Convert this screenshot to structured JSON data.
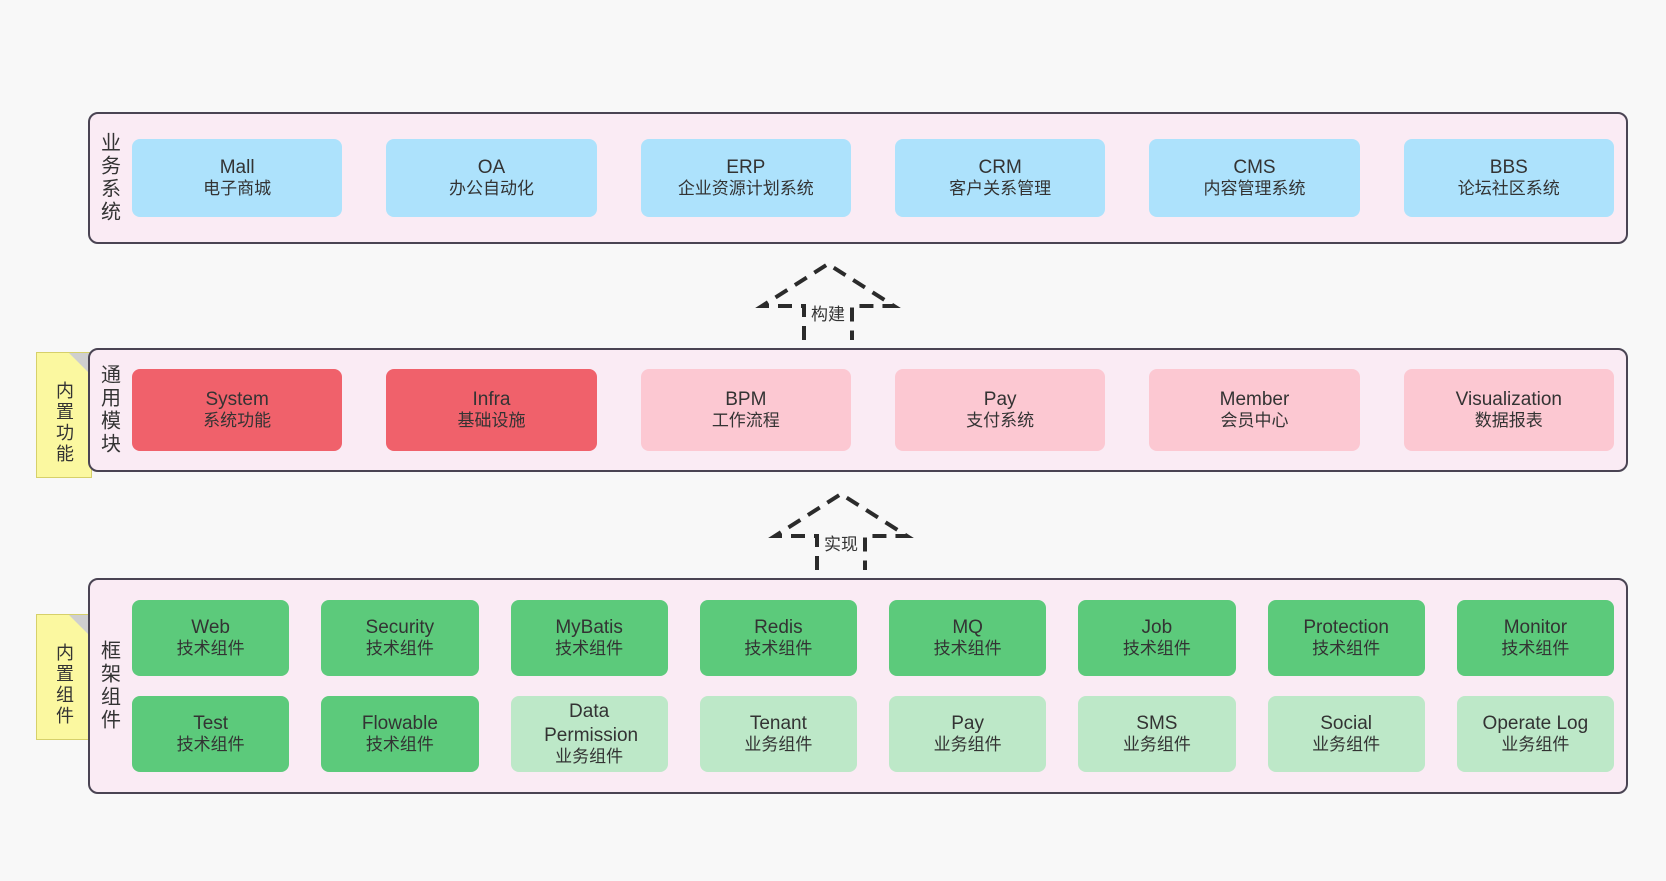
{
  "diagram": {
    "background_color": "#f8f8f8",
    "panel_bg": "#faebf4",
    "panel_border": "#4a4453"
  },
  "layers": [
    {
      "id": "business",
      "title": "业务系统",
      "note": null,
      "cell_color": "#ade2fc",
      "cells": [
        {
          "en": "Mall",
          "cn": "电子商城"
        },
        {
          "en": "OA",
          "cn": "办公自动化"
        },
        {
          "en": "ERP",
          "cn": "企业资源计划系统"
        },
        {
          "en": "CRM",
          "cn": "客户关系管理"
        },
        {
          "en": "CMS",
          "cn": "内容管理系统"
        },
        {
          "en": "BBS",
          "cn": "论坛社区系统"
        }
      ]
    },
    {
      "id": "common-modules",
      "title": "通用模块",
      "note": "内置功能",
      "cells": [
        {
          "en": "System",
          "cn": "系统功能",
          "color": "#f0616b"
        },
        {
          "en": "Infra",
          "cn": "基础设施",
          "color": "#f0616b"
        },
        {
          "en": "BPM",
          "cn": "工作流程",
          "color": "#fcc8d2"
        },
        {
          "en": "Pay",
          "cn": "支付系统",
          "color": "#fcc8d2"
        },
        {
          "en": "Member",
          "cn": "会员中心",
          "color": "#fcc8d2"
        },
        {
          "en": "Visualization",
          "cn": "数据报表",
          "color": "#fcc8d2"
        }
      ]
    },
    {
      "id": "framework-components",
      "title": "框架组件",
      "note": "内置组件",
      "cells": [
        {
          "en": "Web",
          "cn": "技术组件",
          "color": "#5cca7b"
        },
        {
          "en": "Security",
          "cn": "技术组件",
          "color": "#5cca7b"
        },
        {
          "en": "MyBatis",
          "cn": "技术组件",
          "color": "#5cca7b"
        },
        {
          "en": "Redis",
          "cn": "技术组件",
          "color": "#5cca7b"
        },
        {
          "en": "MQ",
          "cn": "技术组件",
          "color": "#5cca7b"
        },
        {
          "en": "Job",
          "cn": "技术组件",
          "color": "#5cca7b"
        },
        {
          "en": "Protection",
          "cn": "技术组件",
          "color": "#5cca7b"
        },
        {
          "en": "Monitor",
          "cn": "技术组件",
          "color": "#5cca7b"
        },
        {
          "en": "Test",
          "cn": "技术组件",
          "color": "#5cca7b"
        },
        {
          "en": "Flowable",
          "cn": "技术组件",
          "color": "#5cca7b"
        },
        {
          "en": "Data Permission",
          "cn": "业务组件",
          "color": "#bde8c8"
        },
        {
          "en": "Tenant",
          "cn": "业务组件",
          "color": "#bde8c8"
        },
        {
          "en": "Pay",
          "cn": "业务组件",
          "color": "#bde8c8"
        },
        {
          "en": "SMS",
          "cn": "业务组件",
          "color": "#bde8c8"
        },
        {
          "en": "Social",
          "cn": "业务组件",
          "color": "#bde8c8"
        },
        {
          "en": "Operate Log",
          "cn": "业务组件",
          "color": "#bde8c8"
        }
      ]
    }
  ],
  "arrows": [
    {
      "id": "build",
      "label": "构建"
    },
    {
      "id": "implement",
      "label": "实现"
    }
  ]
}
